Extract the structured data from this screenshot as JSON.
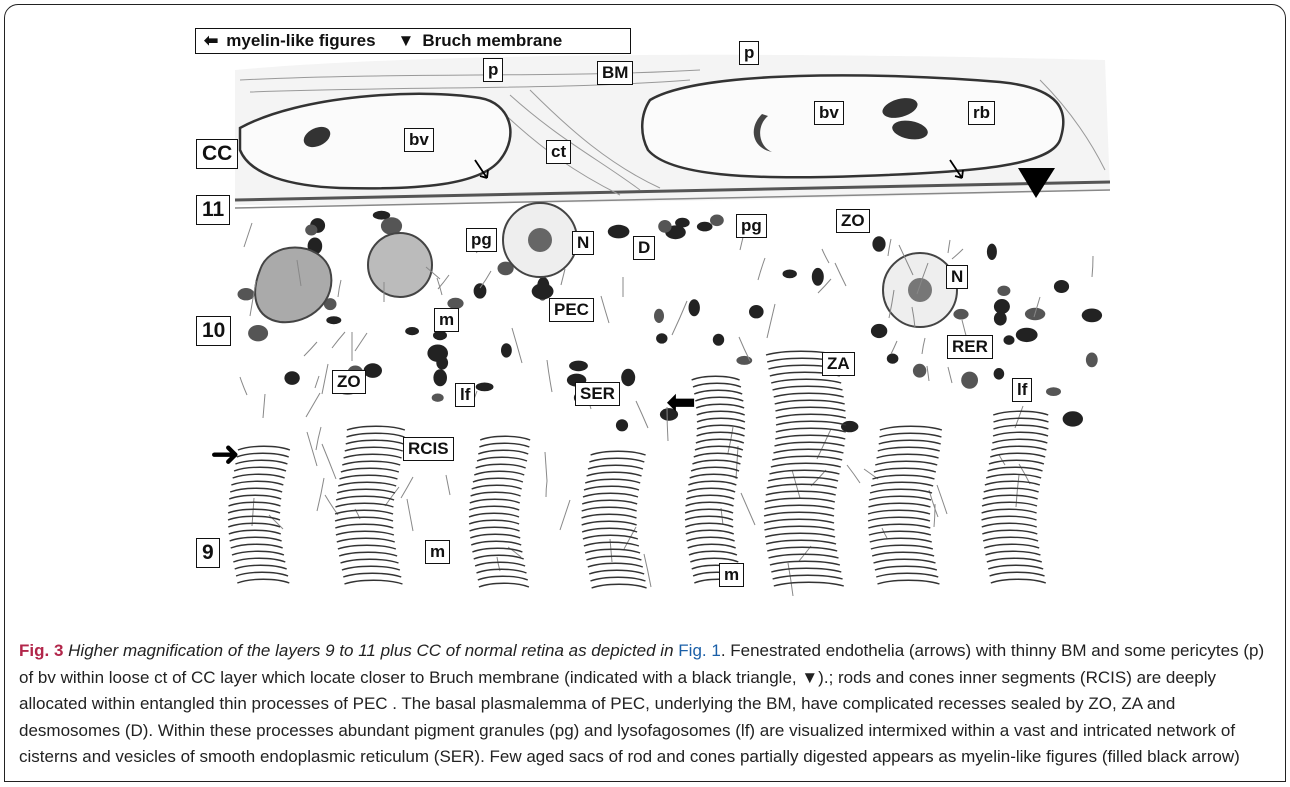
{
  "legend": {
    "arrow_glyph": "⬅",
    "arrow_text": "myelin-like figures",
    "triangle_glyph": "▼",
    "triangle_text": "Bruch membrane"
  },
  "labels": {
    "p1": "p",
    "p2": "p",
    "bm": "BM",
    "bv1": "bv",
    "bv2": "bv",
    "rb": "rb",
    "cc": "CC",
    "ct": "ct",
    "layer11": "11",
    "layer10": "10",
    "layer9": "9",
    "pg1": "pg",
    "pg2": "pg",
    "n1": "N",
    "n2": "N",
    "d": "D",
    "zo1": "ZO",
    "zo2": "ZO",
    "pec": "PEC",
    "m1": "m",
    "m2": "m",
    "m3": "m",
    "rer": "RER",
    "za": "ZA",
    "lf1": "lf",
    "lf2": "lf",
    "ser": "SER",
    "rcis": "RCIS"
  },
  "caption": {
    "fig_label": "Fig. 3",
    "lead": "Higher magnification of the layers 9 to 11 plus CC of normal retina as depicted in",
    "fig_ref": "Fig. 1",
    "body": ". Fenestrated endothelia (arrows) with thinny BM and some pericytes (p) of bv within loose ct of CC layer which locate closer to Bruch membrane (indicated with a black triangle, ▼).; rods and cones inner segments (RCIS) are deeply allocated within entangled thin processes of PEC . The basal plasmalemma of PEC, underlying the BM, have complicated recesses sealed by ZO, ZA and desmosomes (D). Within these processes abundant pigment granules (pg) and lysofagosomes (lf) are visualized intermixed within a vast and intricated network of cisterns and vesicles of smooth endoplasmic reticulum (SER). Few aged sacs of rod and cones partially digested appears as myelin-like figures (filled black arrow)"
  }
}
